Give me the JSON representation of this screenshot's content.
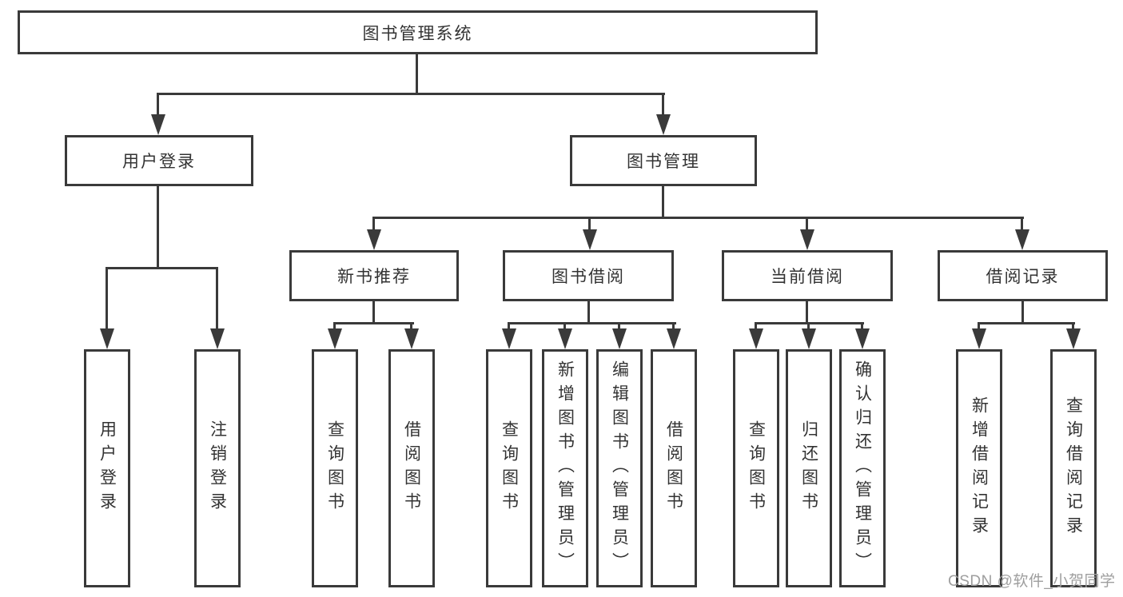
{
  "diagram": {
    "root": {
      "label": "图书管理系统"
    },
    "user_login": {
      "label": "用户登录",
      "children": {
        "login": "用户登录",
        "logout": "注销登录"
      }
    },
    "book_mgmt": {
      "label": "图书管理"
    },
    "new_book": {
      "label": "新书推荐",
      "children": {
        "query": "查询图书",
        "borrow": "借阅图书"
      }
    },
    "book_borrow": {
      "label": "图书借阅",
      "children": {
        "query": "查询图书",
        "add": "新增图书（管理员）",
        "edit": "编辑图书（管理员）",
        "borrow": "借阅图书"
      }
    },
    "current_borrow": {
      "label": "当前借阅",
      "children": {
        "query": "查询图书",
        "return": "归还图书",
        "confirm": "确认归还（管理员）"
      }
    },
    "borrow_record": {
      "label": "借阅记录",
      "children": {
        "add": "新增借阅记录",
        "query": "查询借阅记录"
      }
    },
    "watermark": "CSDN @软件_小贺同学",
    "colors": {
      "line": "#3a3a3a",
      "text": "#333333",
      "background": "#ffffff",
      "watermark": "#9e9e9e"
    }
  }
}
